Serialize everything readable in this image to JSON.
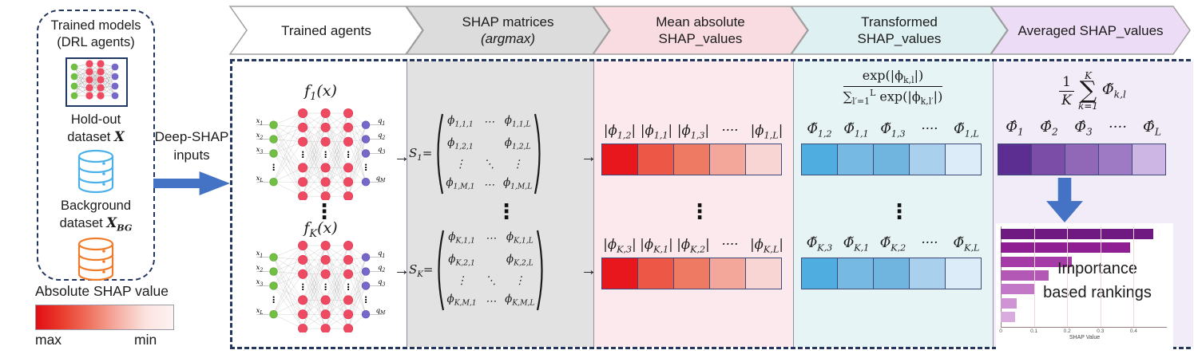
{
  "colors": {
    "navy_dash": "#24365e",
    "arrow_blue": "#4472c4",
    "node_green": "#72bf44",
    "node_red": "#ee4b63",
    "node_blue": "#7668c9"
  },
  "left_panel": {
    "box_title": [
      "Trained models",
      "(DRL agents)"
    ],
    "holdout": {
      "line1": "Hold-out",
      "line2": "dataset",
      "symbol": "X",
      "sub": ""
    },
    "background": {
      "line1": "Background",
      "line2": "dataset",
      "symbol": "X",
      "sub": "BG"
    },
    "arrow_label": [
      "Deep-SHAP",
      "inputs"
    ],
    "colorbar": {
      "title": "Absolute SHAP value",
      "left": "max",
      "right": "min",
      "gradient": [
        "#e30d14",
        "#e93a2c",
        "#ef705c",
        "#f6b0a4",
        "#fbe3df",
        "#fdf3f2"
      ]
    }
  },
  "stages": [
    {
      "lines": [
        "Trained agents"
      ],
      "fill": "#ffffff"
    },
    {
      "lines": [
        "SHAP matrices",
        "(argmax)"
      ],
      "fill": "#dcdcdc",
      "italic": 1
    },
    {
      "lines": [
        "Mean absolute",
        "SHAP_values"
      ],
      "fill": "#f9dce2"
    },
    {
      "lines": [
        "Transformed",
        "SHAP_values"
      ],
      "fill": "#def0f2"
    },
    {
      "lines": [
        "Averaged SHAP_values"
      ],
      "fill": "#eddcf6"
    }
  ],
  "agents": {
    "networks": [
      {
        "title": "f_{1}(x)"
      },
      {
        "title": "f_{K}(x)"
      }
    ],
    "input_labels": [
      "x_{1}",
      "x_{2}",
      "x_{3}",
      "x_{L}"
    ],
    "output_labels": [
      "q_{1}",
      "q_{2}",
      "q_{3}",
      "q_{M}"
    ]
  },
  "matrices": [
    {
      "name": "S_{1}=",
      "rows": [
        [
          "ϕ_{1,1,1}",
          "⋯",
          "ϕ_{1,1,L}"
        ],
        [
          "ϕ_{1,2,1}",
          "",
          "ϕ_{1,2,L}"
        ],
        [
          "⋮",
          "⋱",
          "⋮"
        ],
        [
          "ϕ_{1,M,1}",
          "⋯",
          "ϕ_{1,M,L}"
        ]
      ]
    },
    {
      "name": "S_{K}=",
      "rows": [
        [
          "ϕ_{K,1,1}",
          "⋯",
          "ϕ_{K,1,L}"
        ],
        [
          "ϕ_{K,2,1}",
          "",
          "ϕ_{K,2,L}"
        ],
        [
          "⋮",
          "⋱",
          "⋮"
        ],
        [
          "ϕ_{K,M,1}",
          "⋯",
          "ϕ_{K,M,L}"
        ]
      ]
    }
  ],
  "mean_abs": {
    "rows": [
      {
        "labels": [
          "|ϕ_{1,2}|",
          "|ϕ_{1,1}|",
          "|ϕ_{1,3}|",
          "····",
          "|ϕ_{1,L}|"
        ],
        "cells": [
          "#e8161d",
          "#ed5746",
          "#ee7a64",
          "#f2a79a",
          "#f8d5d2"
        ]
      },
      {
        "labels": [
          "|ϕ_{K,3}|",
          "|ϕ_{K,1}|",
          "|ϕ_{K,2}|",
          "····",
          "|ϕ_{K,L}|"
        ],
        "cells": [
          "#e8161d",
          "#ed5746",
          "#ee7a64",
          "#f2a79a",
          "#f8d5d2"
        ]
      }
    ]
  },
  "transformed": {
    "formula": {
      "num": "exp(|ϕ_{k,l}|)",
      "den": "∑_{l′=1}^{L} exp(|ϕ_{k,l′}|)"
    },
    "rows": [
      {
        "labels": [
          "Φ̃_{1,2}",
          "Φ̃_{1,1}",
          "Φ̃_{1,3}",
          "····",
          "Φ̃_{1,L}"
        ],
        "cells": [
          "#4fade0",
          "#76b9e3",
          "#70b5e0",
          "#a9d1ee",
          "#dcedf9"
        ]
      },
      {
        "labels": [
          "Φ̃_{K,3}",
          "Φ̃_{K,1}",
          "Φ̃_{K,2}",
          "····",
          "Φ̃_{K,L}"
        ],
        "cells": [
          "#4fade0",
          "#76b9e3",
          "#70b5e0",
          "#a9d1ee",
          "#dcedf9"
        ]
      }
    ]
  },
  "averaged": {
    "formula": {
      "num": "1",
      "den": "K",
      "sum": "∑",
      "sum_top": "K",
      "sum_bottom": "k=1",
      "term": "Φ̃_{k,l}"
    },
    "labels": [
      "Φ̂_{1}",
      "Φ̂_{2}",
      "Φ̂_{3}",
      "····",
      "Φ̂_{L}"
    ],
    "cells": [
      "#5c2e92",
      "#7b4da7",
      "#9168b8",
      "#9d7ac3",
      "#cdb5e4"
    ],
    "caption": [
      "Importance",
      "based rankings"
    ]
  },
  "chart_data": {
    "type": "bar",
    "orientation": "horizontal",
    "values": [
      0.46,
      0.39,
      0.215,
      0.145,
      0.1,
      0.048,
      0.044
    ],
    "bar_colors": [
      "#6e1a80",
      "#8e1e92",
      "#a43ba6",
      "#b458b6",
      "#c377c7",
      "#cf94d4",
      "#d9abdf"
    ],
    "xticks": [
      0,
      0.1,
      0.2,
      0.3,
      0.4
    ],
    "xlim": [
      0,
      0.5
    ],
    "xlabel": "SHAP Value",
    "grid": true,
    "annotation": "Importance based rankings"
  }
}
